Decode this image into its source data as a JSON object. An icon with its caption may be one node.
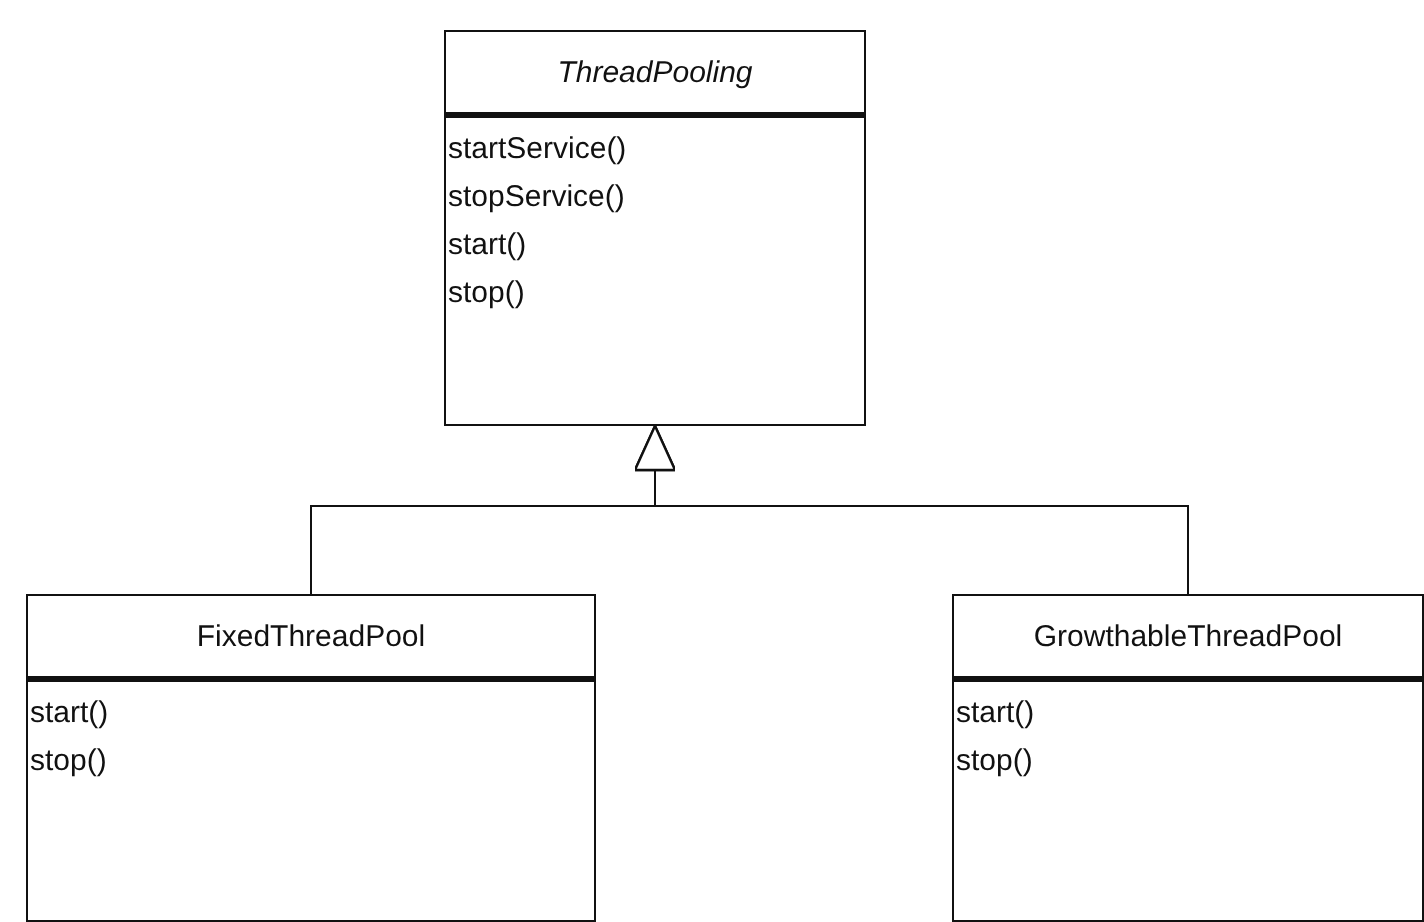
{
  "diagram": {
    "nodes": [
      {
        "text": [
          "ThreadPooling",
          "startService()",
          "stopService()",
          "start()",
          "stop()"
        ]
      },
      {
        "text": [
          "FixedThreadPool",
          "start()",
          "stop()"
        ]
      },
      {
        "text": [
          "GrowthableThreadPool",
          "start()",
          "stop()"
        ]
      }
    ],
    "edges": [
      {
        "from": 1,
        "to": 0,
        "arrow": "to"
      },
      {
        "from": 2,
        "to": 0,
        "arrow": "to"
      }
    ]
  }
}
